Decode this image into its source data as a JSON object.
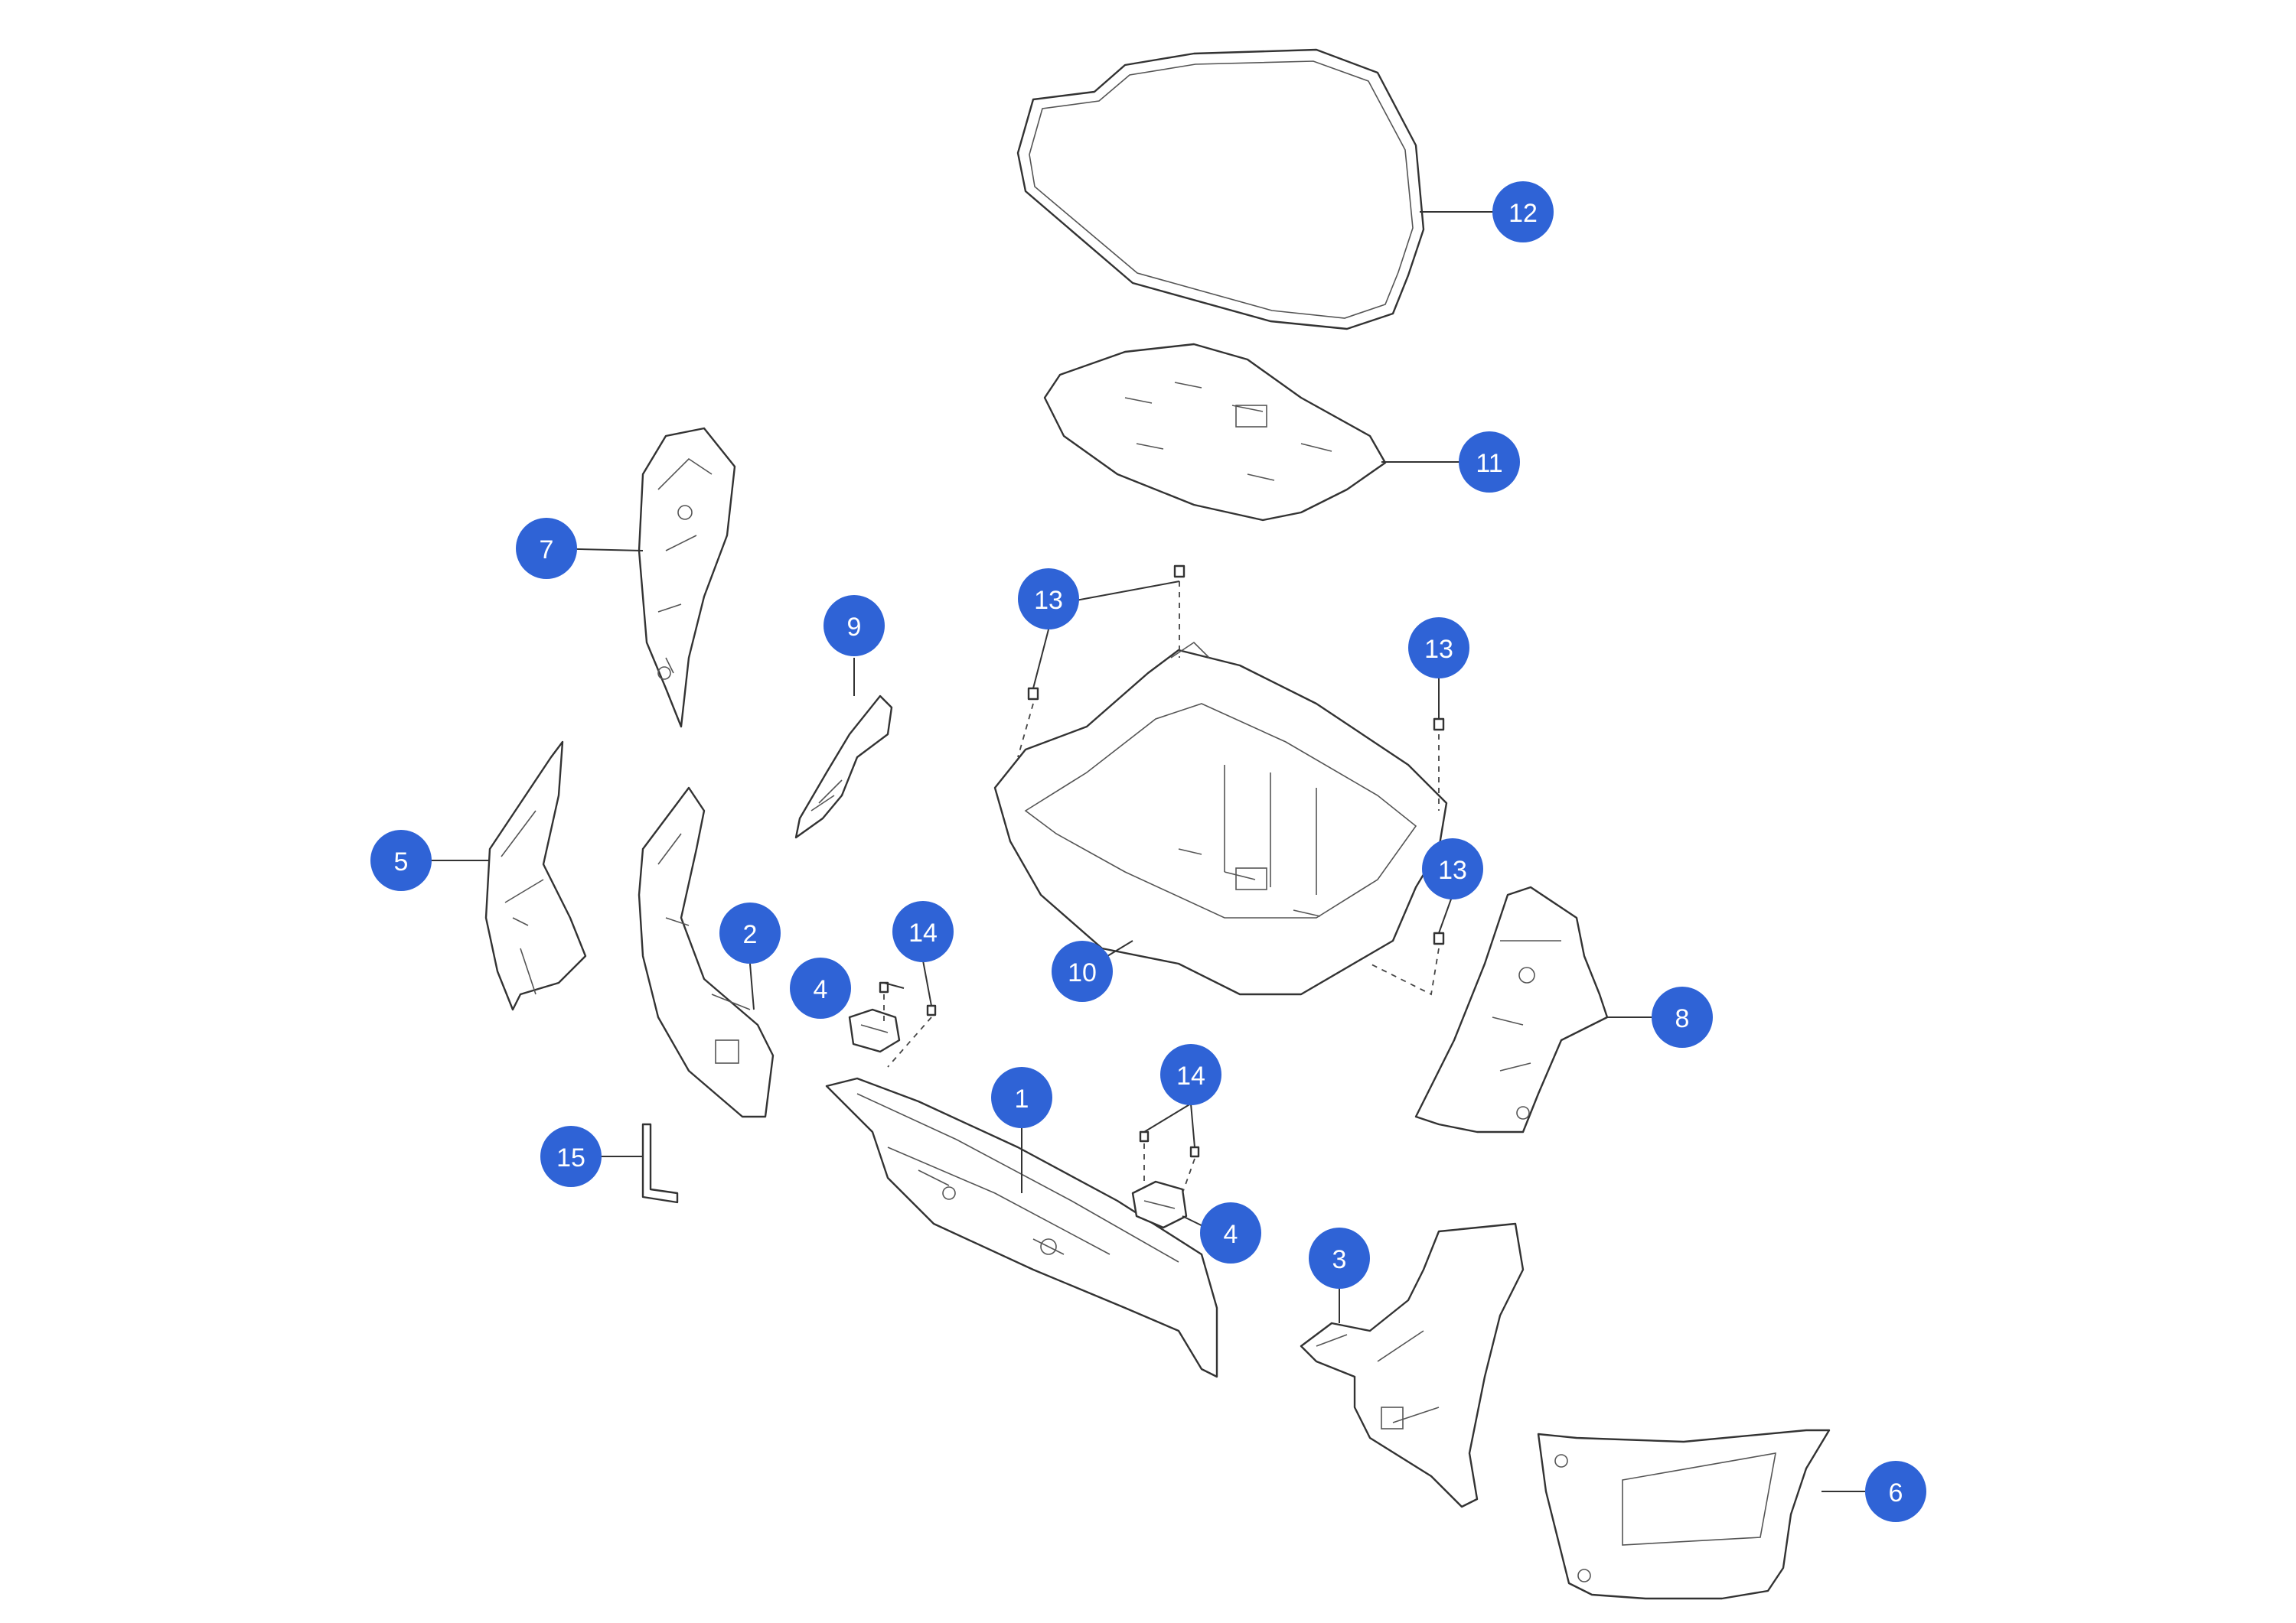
{
  "diagram": {
    "callout_color": "#2f63d6",
    "callouts": [
      {
        "id": "c1",
        "label": "1"
      },
      {
        "id": "c2",
        "label": "2"
      },
      {
        "id": "c3",
        "label": "3"
      },
      {
        "id": "c4a",
        "label": "4"
      },
      {
        "id": "c4b",
        "label": "4"
      },
      {
        "id": "c5",
        "label": "5"
      },
      {
        "id": "c6",
        "label": "6"
      },
      {
        "id": "c7",
        "label": "7"
      },
      {
        "id": "c8",
        "label": "8"
      },
      {
        "id": "c9",
        "label": "9"
      },
      {
        "id": "c10",
        "label": "10"
      },
      {
        "id": "c11",
        "label": "11"
      },
      {
        "id": "c12",
        "label": "12"
      },
      {
        "id": "c13a",
        "label": "13"
      },
      {
        "id": "c13b",
        "label": "13"
      },
      {
        "id": "c13c",
        "label": "13"
      },
      {
        "id": "c14a",
        "label": "14"
      },
      {
        "id": "c14b",
        "label": "14"
      },
      {
        "id": "c15",
        "label": "15"
      }
    ]
  }
}
